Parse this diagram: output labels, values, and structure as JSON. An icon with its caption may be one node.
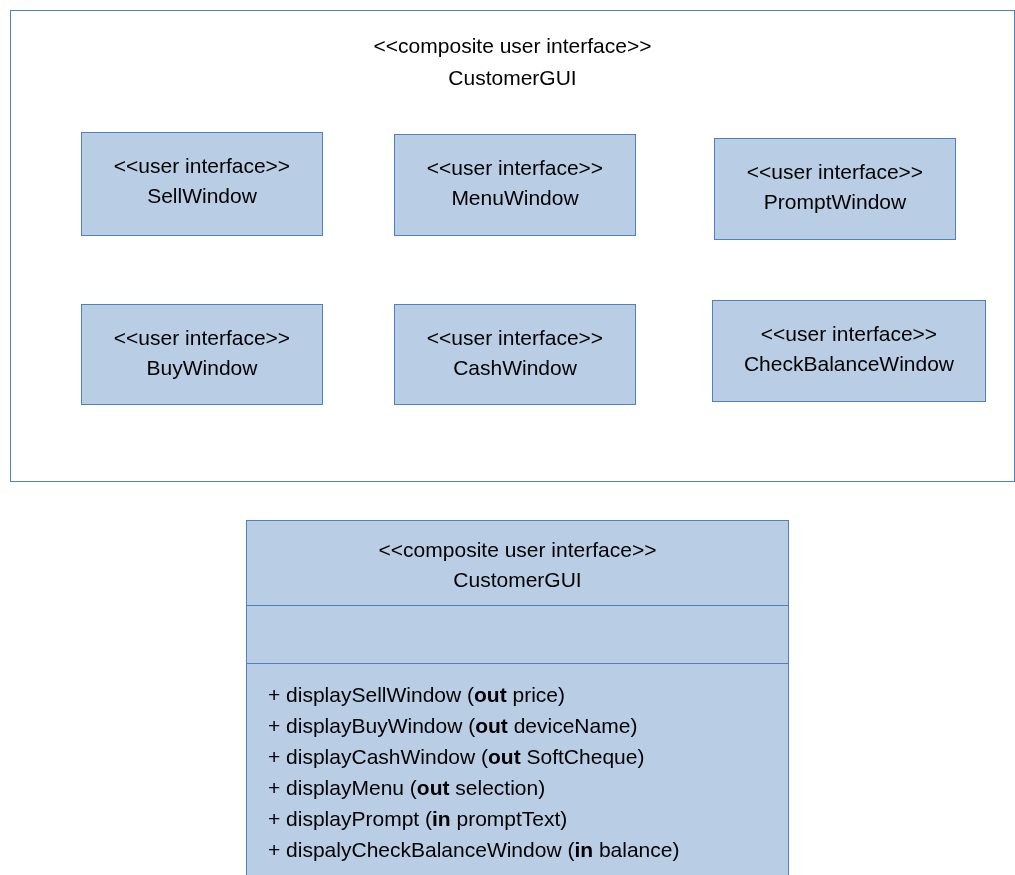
{
  "diagram": {
    "nodes": [
      {
        "text": [
          "<<composite user interface>>",
          "CustomerGUI"
        ]
      },
      {
        "text": [
          "<<user interface>>",
          "SellWindow"
        ],
        "in": 0
      },
      {
        "text": [
          "<<user interface>>",
          "MenuWindow"
        ],
        "in": 0
      },
      {
        "text": [
          "<<user interface>>",
          "PromptWindow"
        ],
        "in": 0
      },
      {
        "text": [
          "<<user interface>>",
          "BuyWindow"
        ],
        "in": 0
      },
      {
        "text": [
          "<<user interface>>",
          "CashWindow"
        ],
        "in": 0
      },
      {
        "text": [
          "<<user interface>>",
          "CheckBalanceWindow"
        ],
        "in": 0
      },
      {
        "text": [
          "<<composite user interface>>",
          "CustomerGUI",
          "+ displaySellWindow (**out** price)",
          "+ displayBuyWindow (**out** deviceName)",
          "+ displayCashWindow (**out** SoftCheque)",
          "+ displayMenu (**out** selection)",
          "+ displayPrompt (**in** promptText)",
          "+ dispalyCheckBalanceWindow (**in** balance)"
        ]
      }
    ],
    "edges": []
  }
}
